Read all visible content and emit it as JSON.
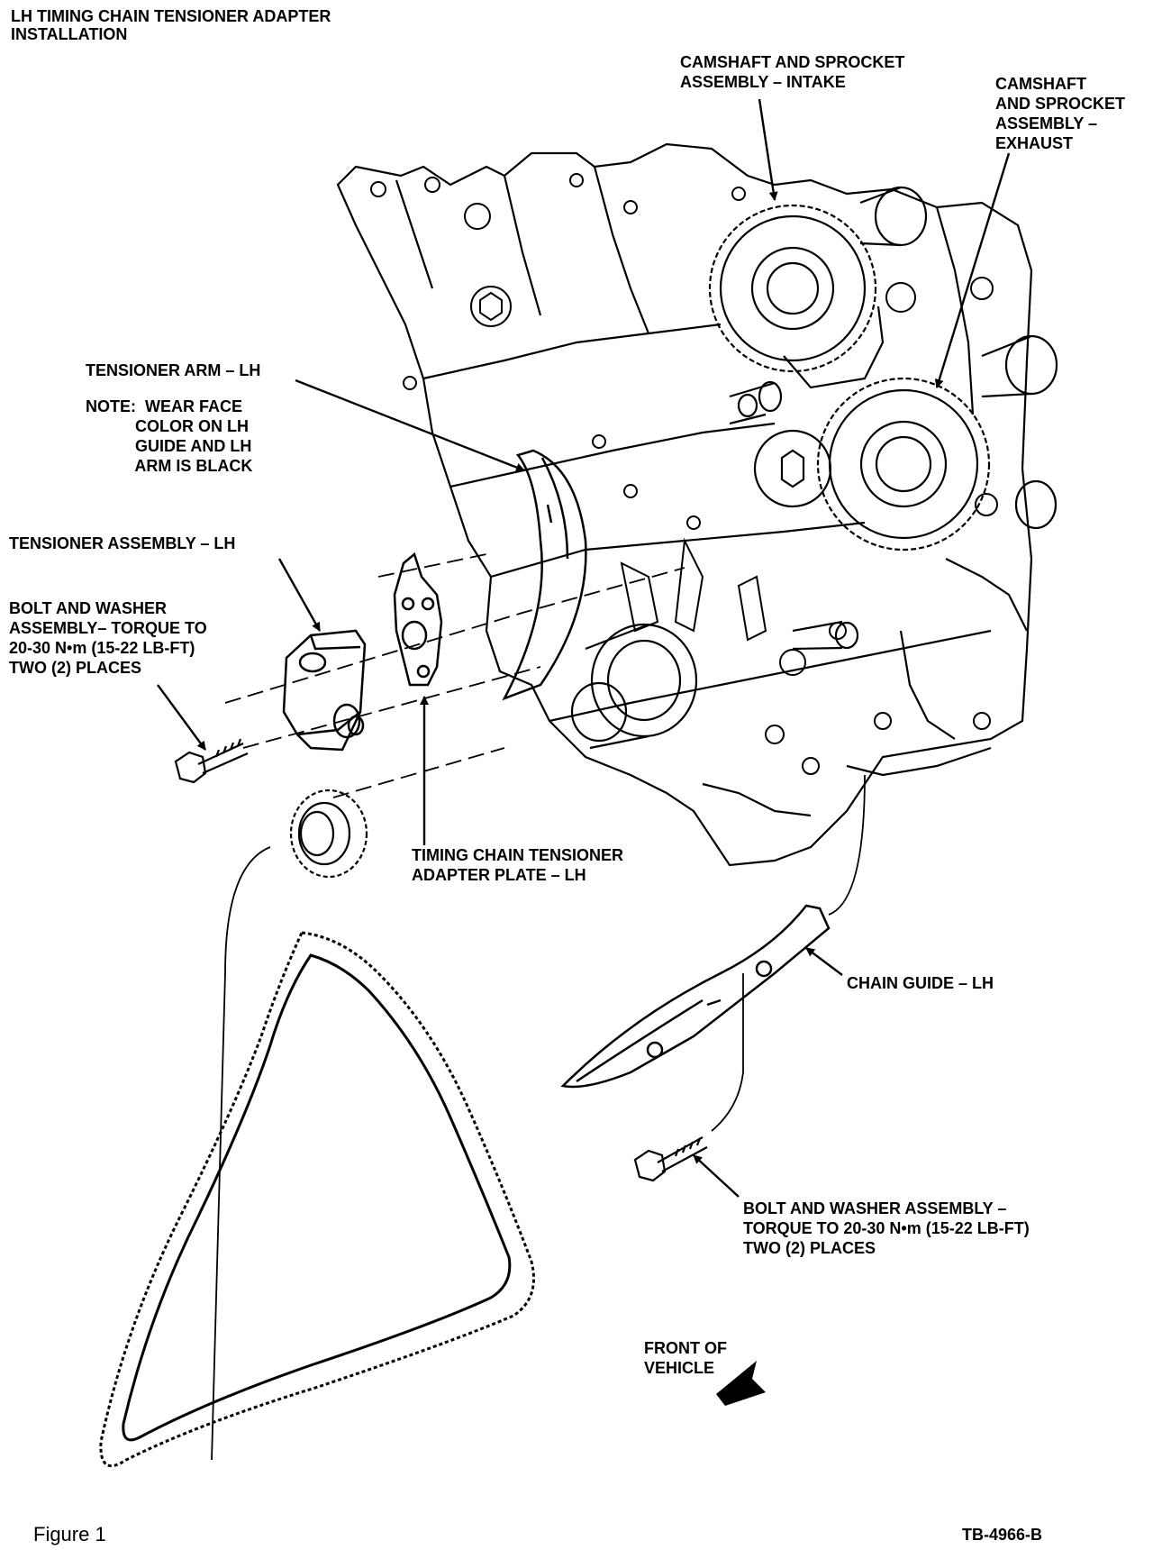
{
  "title": "LH TIMING CHAIN TENSIONER ADAPTER\nINSTALLATION",
  "labels": {
    "cam_intake": "CAMSHAFT AND SPROCKET\nASSEMBLY – INTAKE",
    "cam_exhaust": "CAMSHAFT\nAND SPROCKET\nASSEMBLY –\nEXHAUST",
    "tensioner_arm": "TENSIONER ARM – LH",
    "note": "NOTE:  WEAR FACE\n           COLOR ON LH\n           GUIDE AND LH\n           ARM IS BLACK",
    "tensioner_assembly": "TENSIONER ASSEMBLY – LH",
    "bolt_washer_1": "BOLT AND WASHER\nASSEMBLY– TORQUE TO\n20-30 N•m (15-22 LB-FT)\nTWO (2) PLACES",
    "adapter_plate": "TIMING CHAIN TENSIONER\nADAPTER PLATE – LH",
    "chain_guide": "CHAIN GUIDE – LH",
    "bolt_washer_2": "BOLT AND WASHER ASSEMBLY –\nTORQUE TO 20-30 N•m (15-22 LB-FT)\nTWO (2) PLACES",
    "front_of_vehicle": "FRONT OF\nVEHICLE"
  },
  "figure_caption": "Figure 1",
  "figure_id": "TB-4966-B"
}
